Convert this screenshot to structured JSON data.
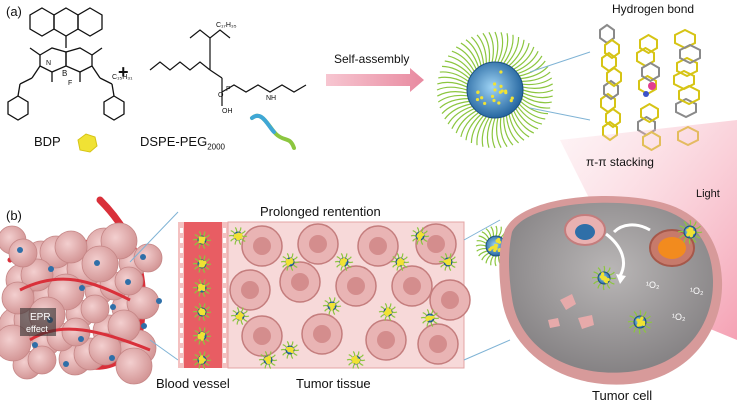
{
  "panel_a": {
    "label": "(a)",
    "plus": "+",
    "bdp_label": "BDP",
    "dspe_label": "DSPE-PEG",
    "dspe_sub": "2000",
    "arrow_label": "Self-assembly",
    "hbond_label": "Hydrogen bond",
    "stacking_label": "π-π stacking",
    "chain_c17": "C₁₇H₃₅",
    "chain_c15": "C₁₅H₃₁",
    "atom_b": "B",
    "atom_n": "N",
    "atom_f": "F",
    "atom_o": "O",
    "atom_p": "P",
    "atom_oh": "OH",
    "atom_nh": "NH",
    "colors": {
      "bdp": "#f0e234",
      "peg": "#8cc63f",
      "pink_arrow": "#f2a7b8",
      "nanoparticle": "#2f6fa8"
    }
  },
  "panel_b": {
    "label": "(b)",
    "epr_label": "EPR",
    "epr_sub": "effect",
    "prolonged_label": "Prolonged rentention",
    "blood_vessel_label": "Blood vessel",
    "tumor_tissue_label": "Tumor tissue",
    "tumor_cell_label": "Tumor cell",
    "light_label": "Light",
    "ros_labels": [
      "¹O₂",
      "¹O₂",
      "¹O₂"
    ],
    "colors": {
      "vessel": "#d9303a",
      "cell": "#e9b4b4",
      "tissue_bg": "#f7d9d9",
      "light": "#f6b6c4"
    }
  }
}
